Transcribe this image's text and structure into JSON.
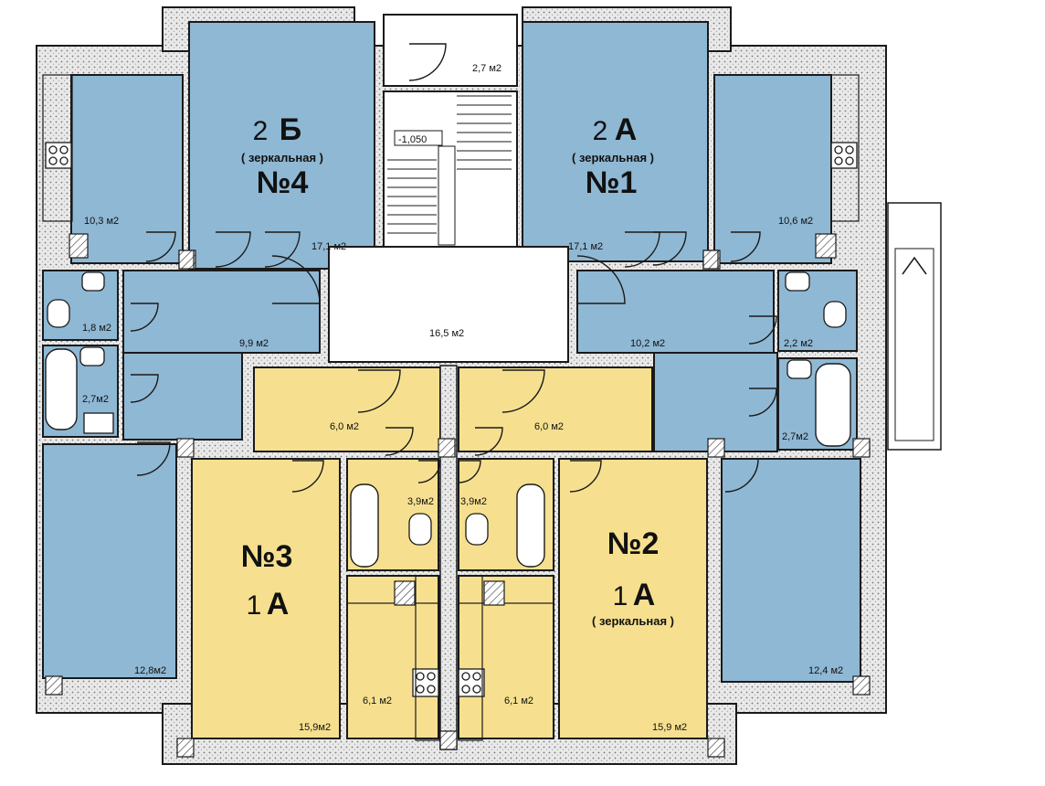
{
  "colors": {
    "blue": "#8fb8d4",
    "yellow": "#f6e08f",
    "hatch": "#d9d9d9",
    "wall": "#1a1a1a"
  },
  "apartments": {
    "apt4": {
      "type_num": "2",
      "type_letter": "Б",
      "note": "( зеркальная )",
      "number": "№4"
    },
    "apt1": {
      "type_num": "2",
      "type_letter": "А",
      "note": "( зеркальная )",
      "number": "№1"
    },
    "apt3": {
      "number": "№3",
      "type_num": "1",
      "type_letter": "А"
    },
    "apt2": {
      "number": "№2",
      "type_num": "1",
      "type_letter": "А",
      "note": "( зеркальная )"
    }
  },
  "areas": {
    "entry_vestibule": "2,7 м2",
    "stair_level": "-1,050",
    "hall_common": "16,5  м2",
    "a4_kitchen": "10,3  м2",
    "a4_room": "17,1  м2",
    "a4_wc": "1,8  м2",
    "a4_hall": "9,9  м2",
    "a4_bath": "2,7м2",
    "a4_room2": "12,8м2",
    "a1_room": "17,1  м2",
    "a1_kitchen": "10,6  м2",
    "a1_hall": "10,2  м2",
    "a1_wc": "2,2  м2",
    "a1_bath": "2,7м2",
    "a1_room2": "12,4  м2",
    "a3_hall": "6,0  м2",
    "a3_bath": "3,9м2",
    "a3_kitchen": "6,1  м2",
    "a3_room": "15,9м2",
    "a2_hall": "6,0  м2",
    "a2_bath": "3,9м2",
    "a2_kitchen": "6,1  м2",
    "a2_room": "15,9  м2"
  }
}
